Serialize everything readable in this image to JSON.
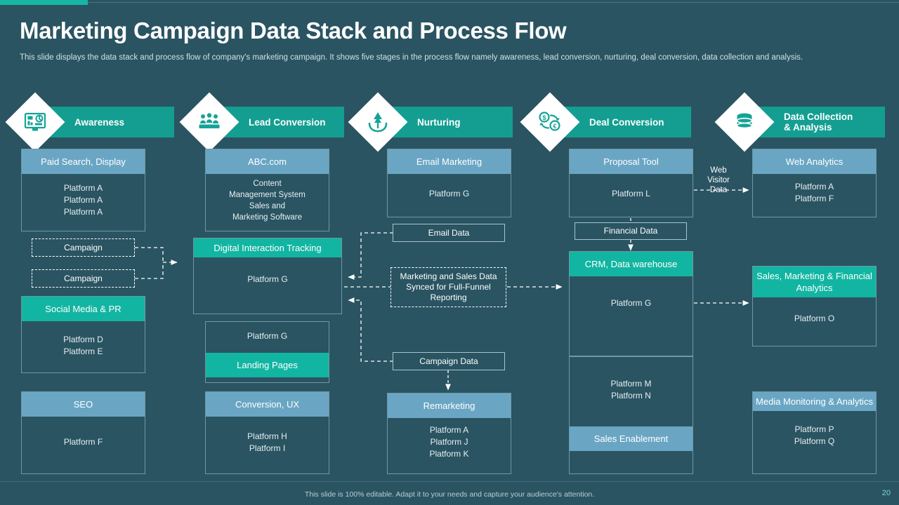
{
  "header": {
    "title": "Marketing Campaign Data Stack and Process Flow",
    "subtitle": "This slide displays the data stack and process flow of company's marketing campaign. It shows five stages in the process flow namely awareness, lead conversion, nurturing, deal conversion, data collection and analysis."
  },
  "columns": [
    {
      "id": "awareness",
      "label": "Awareness",
      "icon": "dashboard-analytics-icon"
    },
    {
      "id": "lead-conversion",
      "label": "Lead Conversion",
      "icon": "people-group-icon"
    },
    {
      "id": "nurturing",
      "label": "Nurturing",
      "icon": "hands-plant-icon"
    },
    {
      "id": "deal-conversion",
      "label": "Deal Conversion",
      "icon": "currency-exchange-icon"
    },
    {
      "id": "data-collection",
      "label": "Data Collection\n& Analysis",
      "label_line1": "Data Collection",
      "label_line2": "& Analysis",
      "icon": "database-icon"
    }
  ],
  "cards": {
    "paid_search": {
      "head": "Paid Search, Display",
      "head_style": "blue",
      "body": "Platform A\nPlatform A\nPlatform A"
    },
    "social_media": {
      "head": "Social Media & PR",
      "head_style": "teal",
      "body": "Platform D\nPlatform E"
    },
    "seo": {
      "head": "SEO",
      "head_style": "blue",
      "body": "Platform F"
    },
    "abc_com": {
      "head": "ABC.com",
      "head_style": "blue",
      "body": "Content\nManagement System\nSales and\nMarketing Software"
    },
    "digital_track": {
      "head": "Digital Interaction Tracking",
      "head_style": "teal",
      "body": "Platform G"
    },
    "landing_pages": {
      "head": "Landing Pages",
      "head_style": "teal",
      "body": "Platform G"
    },
    "conversion_ux": {
      "head": "Conversion, UX",
      "head_style": "blue",
      "body": "Platform H\nPlatform I"
    },
    "email_mkt": {
      "head": "Email Marketing",
      "head_style": "blue",
      "body": "Platform G"
    },
    "remarketing": {
      "head": "Remarketing",
      "head_style": "blue",
      "body": "Platform A\nPlatform J\nPlatform K"
    },
    "proposal_tool": {
      "head": "Proposal Tool",
      "head_style": "blue",
      "body": "Platform L"
    },
    "crm": {
      "head": "CRM, Data warehouse",
      "head_style": "teal",
      "body": "Platform G"
    },
    "sales_enable": {
      "head": "Sales Enablement",
      "head_style": "blue",
      "body": "Platform M\nPlatform N"
    },
    "web_analytics": {
      "head": "Web Analytics",
      "head_style": "blue",
      "body": "Platform A\nPlatform F"
    },
    "sales_fin": {
      "head": "Sales, Marketing & Financial Analytics",
      "head_style": "teal",
      "body": "Platform O"
    },
    "media_mon": {
      "head": "Media Monitoring & Analytics",
      "head_style": "blue",
      "body": "Platform P\nPlatform Q"
    }
  },
  "pills": {
    "campaign_1": {
      "text": "Campaign",
      "style": "dashed"
    },
    "campaign_2": {
      "text": "Campaign",
      "style": "dashed"
    },
    "email_data": {
      "text": "Email Data",
      "style": "solid"
    },
    "sync": {
      "text": "Marketing and Sales Data Synced for Full-Funnel Reporting",
      "style": "dashed"
    },
    "campaign_data": {
      "text": "Campaign Data",
      "style": "solid"
    },
    "financial_data": {
      "text": "Financial Data",
      "style": "solid"
    }
  },
  "labels": {
    "web_visitor_data": "Web\nVisitor\nData"
  },
  "footer": {
    "note": "This slide is 100% editable. Adapt it to your needs and capture your audience's attention.",
    "page": "20"
  },
  "colors": {
    "background": "#2a5462",
    "accent_teal": "#16b6a5",
    "head_blue": "#6aa6c4",
    "head_teal": "#12b5a2",
    "banner": "#139e91"
  }
}
